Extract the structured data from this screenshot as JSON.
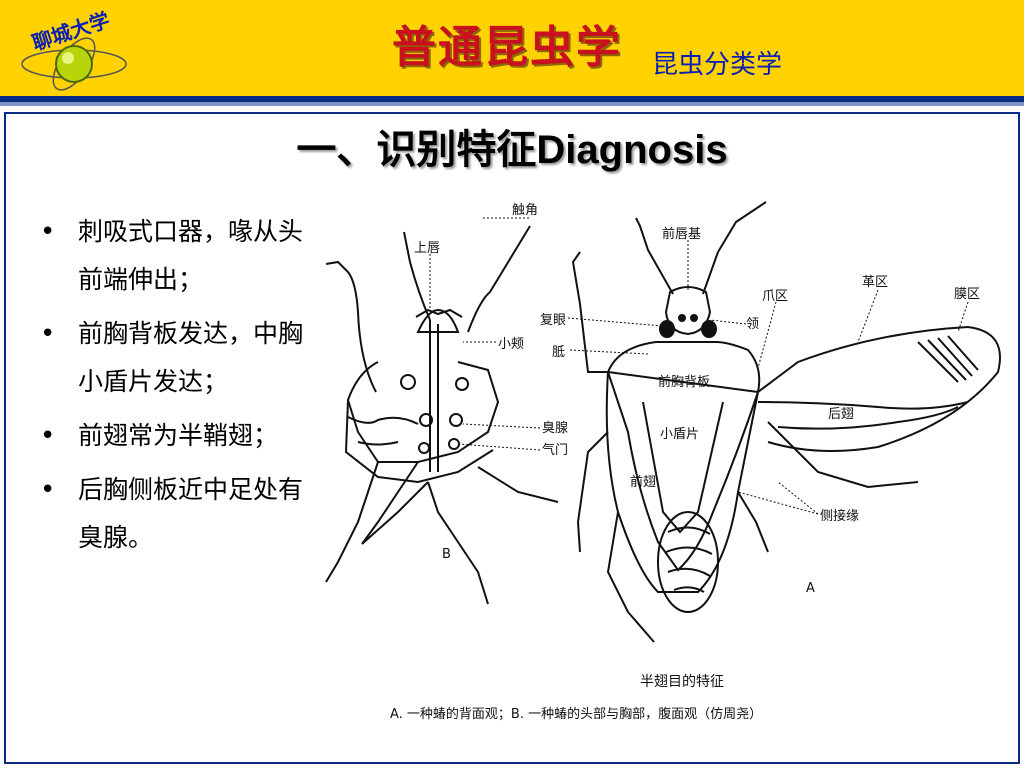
{
  "header": {
    "logo_text": "聊城大学",
    "course_title": "普通昆虫学",
    "chapter": "昆虫分类学"
  },
  "slide": {
    "title": "一、识别特征Diagnosis",
    "bullets": [
      "刺吸式口器，喙从头前端伸出；",
      "前胸背板发达，中胸小盾片发达；",
      "前翅常为半鞘翅；",
      "后胸侧板近中足处有臭腺。"
    ]
  },
  "figure": {
    "labels": {
      "antenna": "触角",
      "labrum": "上唇",
      "clypeus": "前唇基",
      "compound_eye": "复眼",
      "collar": "领",
      "bucculae": "小颊",
      "ocellus": "胝",
      "pronotum": "前胸背板",
      "scutellum": "小盾片",
      "forewing": "前翅",
      "hindwing": "后翅",
      "claw": "爪区",
      "corium": "革区",
      "membrane": "膜区",
      "scent_gland": "臭腺",
      "spiracle": "气门",
      "connexivum": "侧接缘",
      "view_a": "A",
      "view_b": "B"
    },
    "caption_title": "半翅目的特征",
    "caption_text": "A. 一种蝽的背面观；B. 一种蝽的头部与胸部，腹面观（仿周尧）"
  }
}
